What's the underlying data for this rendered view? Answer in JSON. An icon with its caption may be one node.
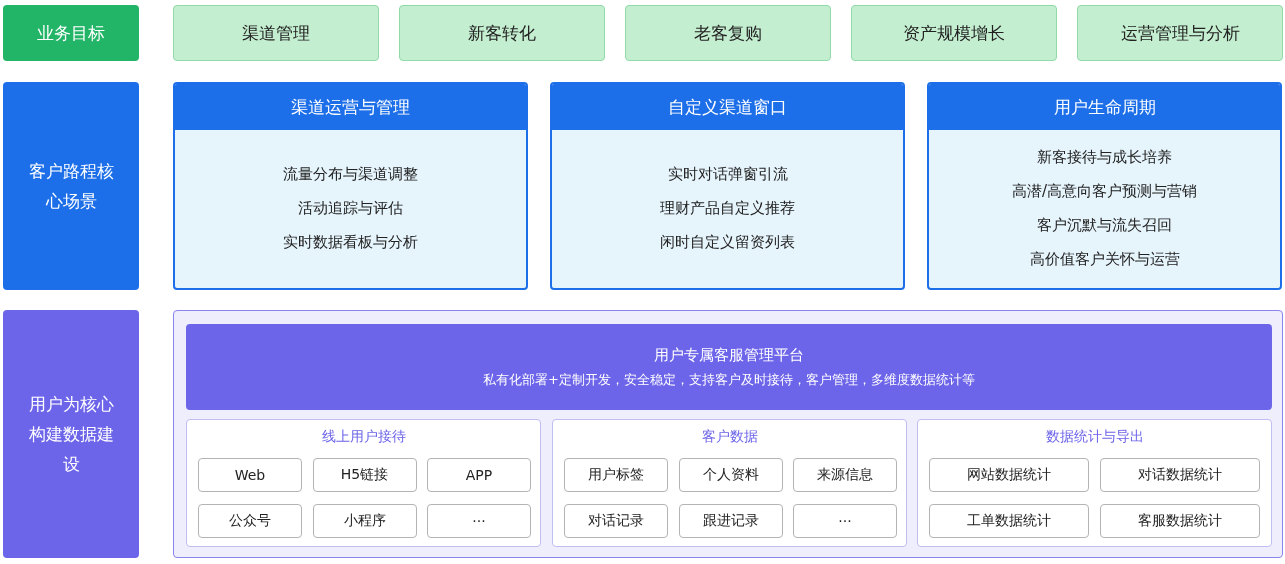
{
  "diagram": {
    "nodes": [
      {
        "text": [
          "业务目标"
        ]
      },
      {
        "text": [
          "渠道管理"
        ]
      },
      {
        "text": [
          "新客转化"
        ]
      },
      {
        "text": [
          "老客复购"
        ]
      },
      {
        "text": [
          "资产规模增长"
        ]
      },
      {
        "text": [
          "运营管理与分析"
        ]
      },
      {
        "text": [
          "客户路程核心场景"
        ]
      },
      {
        "text": [
          "渠道运营与管理",
          "流量分布与渠道调整",
          "活动追踪与评估",
          "实时数据看板与分析"
        ]
      },
      {
        "text": [
          "自定义渠道窗口",
          "实时对话弹窗引流",
          "理财产品自定义推荐",
          "闲时自定义留资列表"
        ]
      },
      {
        "text": [
          "用户生命周期",
          "新客接待与成长培养",
          "高潜/高意向客户预测与营销",
          "客户沉默与流失召回",
          "高价值客户关怀与运营"
        ]
      },
      {
        "text": [
          "用户为核心构建数据建设"
        ]
      },
      {
        "text": [],
        "shape": "box"
      },
      {
        "text": [
          "用户专属客服管理平台",
          "私有化部署+定制开发，安全稳定，支持客户及时接待，客户管理，多维度数据统计等"
        ],
        "in": 11
      },
      {
        "text": [
          "线上用户接待"
        ],
        "in": 11
      },
      {
        "text": [
          "Web"
        ],
        "in": 13
      },
      {
        "text": [
          "H5链接"
        ],
        "in": 13
      },
      {
        "text": [
          "APP"
        ],
        "in": 13
      },
      {
        "text": [
          "公众号"
        ],
        "in": 13
      },
      {
        "text": [
          "小程序"
        ],
        "in": 13
      },
      {
        "text": [
          "···"
        ],
        "in": 13
      },
      {
        "text": [
          "客户数据"
        ],
        "in": 11
      },
      {
        "text": [
          "用户标签"
        ],
        "in": 20
      },
      {
        "text": [
          "个人资料"
        ],
        "in": 20
      },
      {
        "text": [
          "来源信息"
        ],
        "in": 20
      },
      {
        "text": [
          "对话记录"
        ],
        "in": 20
      },
      {
        "text": [
          "跟进记录"
        ],
        "in": 20
      },
      {
        "text": [
          "···"
        ],
        "in": 20
      },
      {
        "text": [
          "数据统计与导出"
        ],
        "in": 11
      },
      {
        "text": [
          "网站数据统计"
        ],
        "in": 27
      },
      {
        "text": [
          "对话数据统计"
        ],
        "in": 27
      },
      {
        "text": [
          "工单数据统计"
        ],
        "in": 27
      },
      {
        "text": [
          "客服数据统计"
        ],
        "in": 27
      }
    ]
  }
}
